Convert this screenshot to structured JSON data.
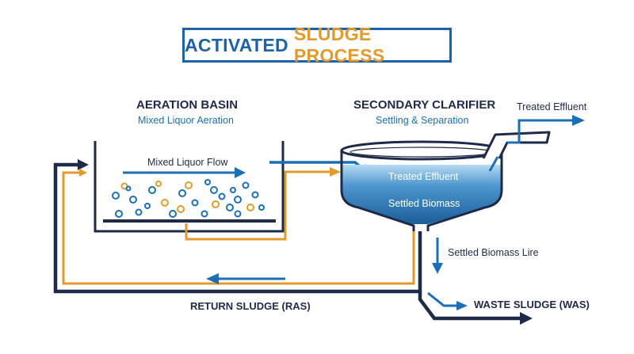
{
  "title": {
    "part1": "ACTIVATED",
    "part2": "SLUDGE PROCESS"
  },
  "aeration_basin": {
    "heading": "AERATION BASIN",
    "subheading": "Mixed Liquor Aeration",
    "flow_label": "Mixed Liquor Flow"
  },
  "clarifier": {
    "heading": "SECONDARY CLARIFIER",
    "subheading": "Settling & Separation",
    "upper_zone_label": "Treated Effluent",
    "lower_zone_label": "Settled Biomass"
  },
  "outputs": {
    "effluent_label": "Treated Effluent",
    "settled_line_label": "Settled Biomass Lire",
    "waste_label": "WASTE SLUDGE (WAS)",
    "return_label": "RETURN SLUDGE (RAS)"
  },
  "colors": {
    "navy": "#1f2a48",
    "blue": "#1b6fb5",
    "orange": "#e39a2d",
    "water_top": "#a9d2ef",
    "water_bottom": "#1b5e99"
  }
}
